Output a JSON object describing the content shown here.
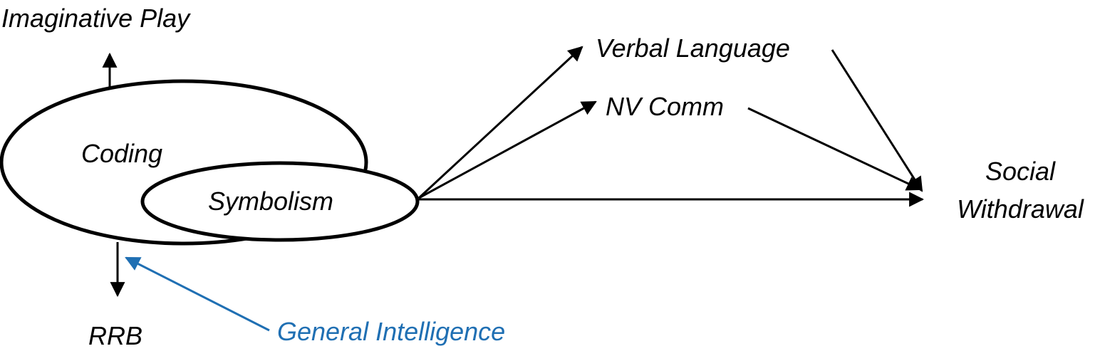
{
  "colors": {
    "ink": "#000000",
    "accent": "#1f6fb3",
    "background": "#ffffff"
  },
  "nodes": {
    "imaginative_play": "Imaginative Play",
    "coding": "Coding",
    "symbolism": "Symbolism",
    "verbal_language": "Verbal Language",
    "nv_comm": "NV Comm",
    "social_withdrawal_line1": "Social",
    "social_withdrawal_line2": "Withdrawal",
    "rrb": "RRB",
    "general_intelligence": "General Intelligence"
  }
}
